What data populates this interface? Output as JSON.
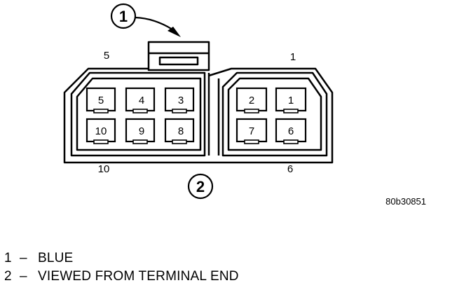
{
  "callouts": [
    {
      "number": "1",
      "description": "BLUE"
    },
    {
      "number": "2",
      "description": "VIEWED FROM TERMINAL END"
    }
  ],
  "legend_separator": "–",
  "corner_labels": {
    "top_left": "5",
    "top_right": "1",
    "bottom_left": "10",
    "bottom_right": "6"
  },
  "left_cavities": [
    "5",
    "4",
    "3",
    "10",
    "9",
    "8"
  ],
  "right_cavities": [
    "2",
    "1",
    "7",
    "6"
  ],
  "figure_id": "80b30851"
}
